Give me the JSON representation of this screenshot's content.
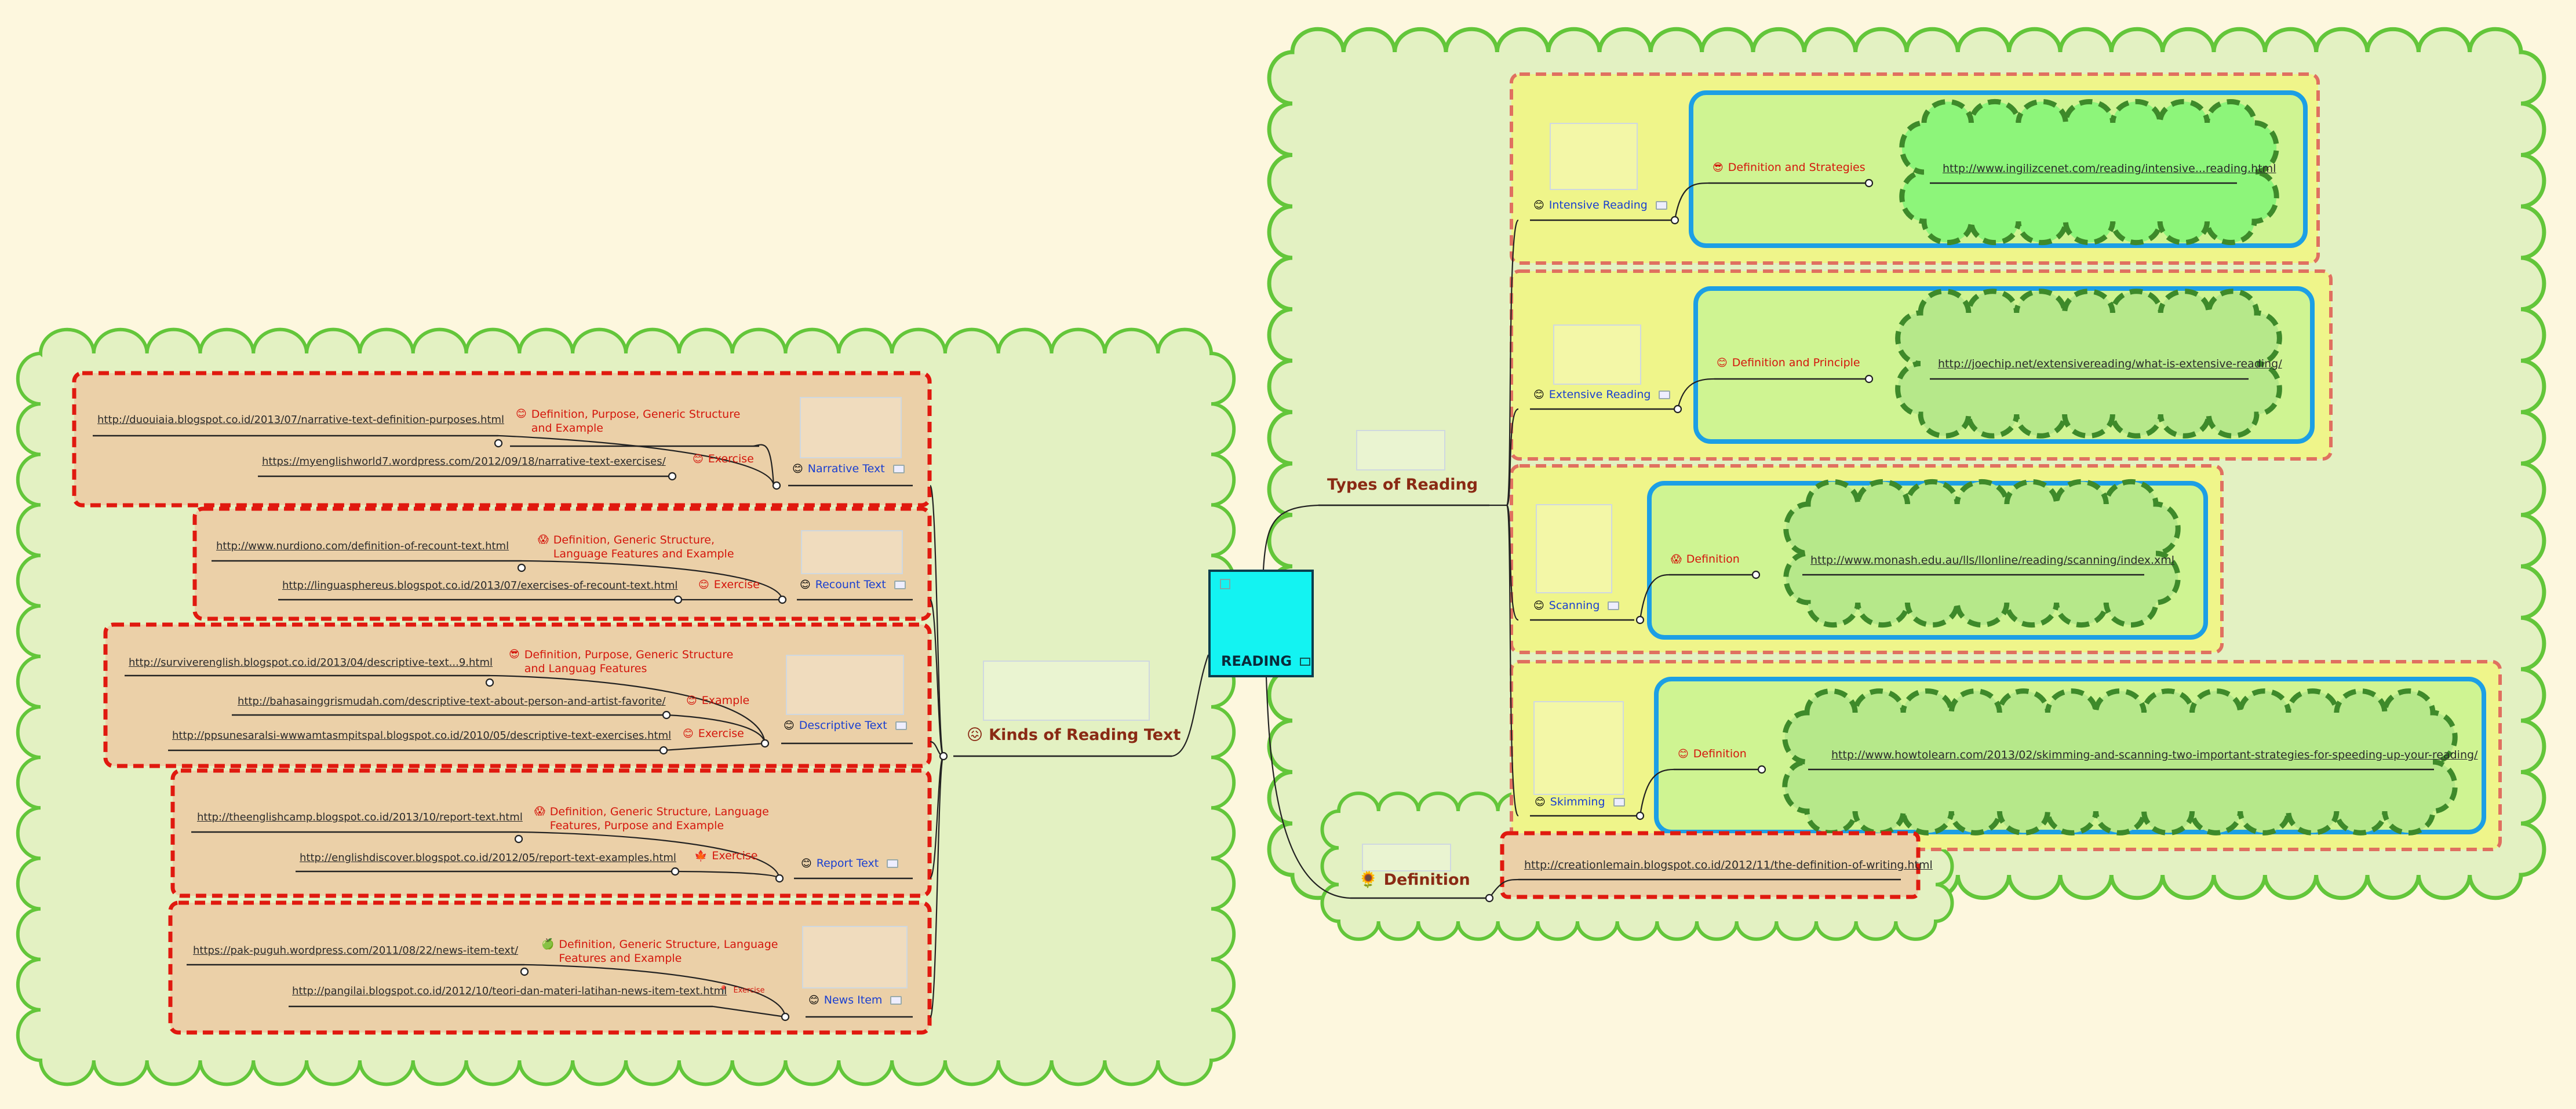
{
  "center": {
    "label": "READING"
  },
  "kinds": {
    "label": "Kinds of Reading Text",
    "narrative": {
      "label": "Narrative Text",
      "def": "Definition, Purpose, Generic Structure and Example",
      "def_url": "http://duouiaia.blogspot.co.id/2013/07/narrative-text-definition-purposes.html",
      "ex": "Exercise",
      "ex_url": "https://myenglishworld7.wordpress.com/2012/09/18/narrative-text-exercises/"
    },
    "recount": {
      "label": "Recount Text",
      "def": "Definition, Generic Structure, Language Features and Example",
      "def_url": "http://www.nurdiono.com/definition-of-recount-text.html",
      "ex": "Exercise",
      "ex_url": "http://linguasphereus.blogspot.co.id/2013/07/exercises-of-recount-text.html"
    },
    "descriptive": {
      "label": "Descriptive Text",
      "def": "Definition, Purpose, Generic Structure and Languag Features",
      "def_url": "http://surviverenglish.blogspot.co.id/2013/04/descriptive-text...9.html",
      "example": "Example",
      "example_url": "http://bahasainggrismudah.com/descriptive-text-about-person-and-artist-favorite/",
      "ex": "Exercise",
      "ex_url": "http://ppsunesaralsi-wwwamtasmpitspal.blogspot.co.id/2010/05/descriptive-text-exercises.html"
    },
    "report": {
      "label": "Report Text",
      "def": "Definition, Generic Structure, Language Features, Purpose and Example",
      "def_url": "http://theenglishcamp.blogspot.co.id/2013/10/report-text.html",
      "ex": "Exercise",
      "ex_url": "http://englishdiscover.blogspot.co.id/2012/05/report-text-examples.html"
    },
    "news": {
      "label": "News Item",
      "def": "Definition, Generic Structure, Language Features and Example",
      "def_url": "https://pak-puguh.wordpress.com/2011/08/22/news-item-text/",
      "ex": "Exercise",
      "ex_url": "http://pangilai.blogspot.co.id/2012/10/teori-dan-materi-latihan-news-item-text.html"
    }
  },
  "types": {
    "label": "Types of Reading",
    "intensive": {
      "label": "Intensive Reading",
      "def": "Definition and Strategies",
      "url": "http://www.ingilizcenet.com/reading/intensive...reading.html"
    },
    "extensive": {
      "label": "Extensive Reading",
      "def": "Definition and Principle",
      "url": "http://joechip.net/extensivereading/what-is-extensive-reading/"
    },
    "scanning": {
      "label": "Scanning",
      "def": "Definition",
      "url": "http://www.monash.edu.au/lls/llonline/reading/scanning/index.xml"
    },
    "skimming": {
      "label": "Skimming",
      "def": "Definition",
      "url": "http://www.howtolearn.com/2013/02/skimming-and-scanning-two-important-strategies-for-speeding-up-your-reading/"
    }
  },
  "definition": {
    "label": "Definition",
    "url": "http://creationlemain.blogspot.co.id/2012/11/the-definition-of-writing.html"
  },
  "colors": {
    "background": "#fdf7de",
    "cloud_fill": "#e3f1c2",
    "cloud_stroke": "#63c63a",
    "branch_fill": "#ebd0a8",
    "branch_border": "#e0190f",
    "types_fill": "#eff58a",
    "types_border": "#e07060",
    "inner_fill": "#cff492",
    "inner_border": "#1c9fe5",
    "leaf_cloud": "#8df57a",
    "center_fill": "#13f3f2"
  }
}
